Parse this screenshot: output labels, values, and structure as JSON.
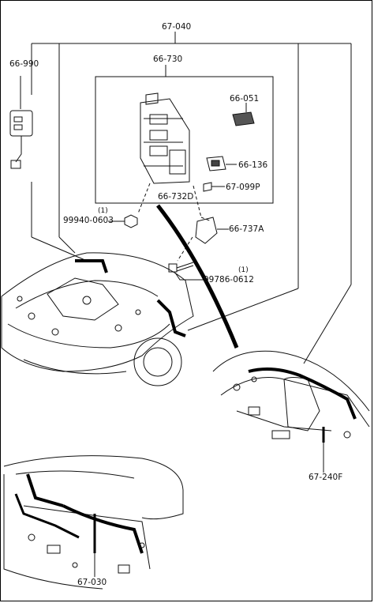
{
  "labels": {
    "harness_main": "67-040",
    "sensor": "66-990",
    "junction_box": "66-730",
    "relay": "66-051",
    "fuse_block": "66-136",
    "clip": "67-099P",
    "bracket_box": "66-732D",
    "nut_qty": "(1)",
    "nut": "99940-0603",
    "bracket": "66-737A",
    "bolt_qty": "(1)",
    "bolt": "99786-0612",
    "floor_harness": "67-240F",
    "dash_harness": "67-030"
  }
}
